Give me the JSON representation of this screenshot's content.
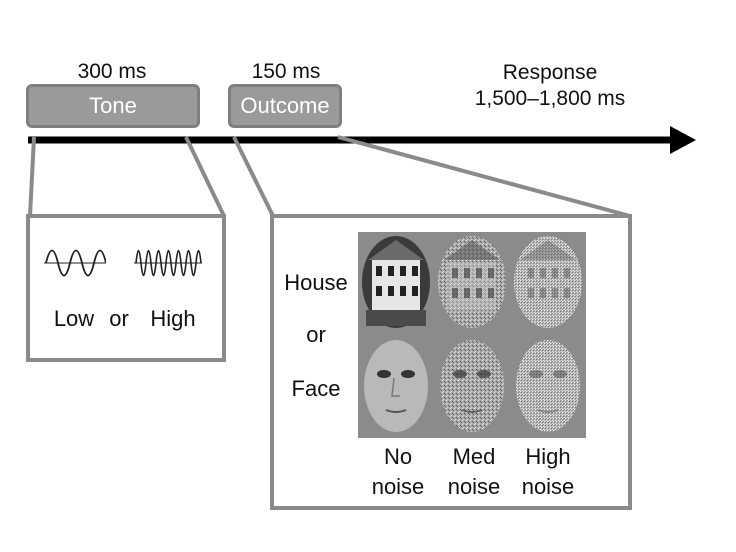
{
  "timeline": {
    "tone_duration": "300 ms",
    "tone_label": "Tone",
    "outcome_duration": "150 ms",
    "outcome_label": "Outcome",
    "response_line1": "Response",
    "response_line2": "1,500–1,800 ms"
  },
  "tone_panel": {
    "low_label": "Low",
    "or_label": "or",
    "high_label": "High"
  },
  "outcome_panel": {
    "house_label": "House",
    "or_label": "or",
    "face_label": "Face",
    "columns": [
      {
        "line1": "No",
        "line2": "noise"
      },
      {
        "line1": "Med",
        "line2": "noise"
      },
      {
        "line1": "High",
        "line2": "noise"
      }
    ]
  },
  "colors": {
    "phase_box_fill": "#9a9a9a",
    "phase_box_border": "#7f7f7f",
    "panel_border": "#8a8a8a",
    "stimulus_background": "#8b8b8b",
    "arrow": "#000000"
  }
}
